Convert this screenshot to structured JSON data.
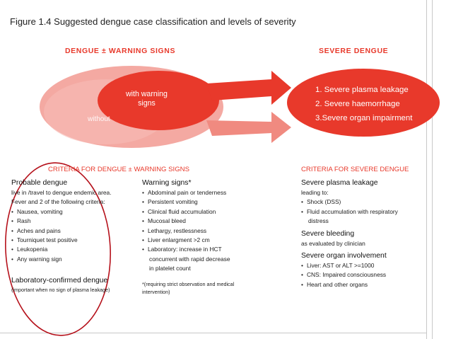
{
  "figure_title": "Figure 1.4 Suggested dengue case classification and levels of severity",
  "headers": {
    "left": "DENGUE ± WARNING SIGNS",
    "right": "SEVERE DENGUE"
  },
  "ellipse": {
    "inner_label_line1": "with warning",
    "inner_label_line2": "signs",
    "outer_label": "without"
  },
  "severe_list": [
    "1. Severe plasma leakage",
    "2. Severe haemorrhage",
    "3.Severe organ impairment"
  ],
  "criteria_left_title": "CRITERIA FOR DENGUE ± WARNING SIGNS",
  "criteria_right_title": "CRITERIA FOR SEVERE DENGUE",
  "probable": {
    "heading": "Probable dengue",
    "line1": "live in /travel to dengue endemic area.",
    "line2": "Fever and 2 of the following criteria:",
    "items": [
      "Nausea, vomiting",
      "Rash",
      "Aches and pains",
      "Tourniquet test positive",
      "Leukopenia",
      "Any warning sign"
    ],
    "lab_heading": "Laboratory-confirmed dengue",
    "lab_note": "(important when no sign of plasma leakage)"
  },
  "warning": {
    "heading": "Warning signs*",
    "items": [
      "Abdominal pain or tenderness",
      "Persistent vomiting",
      "Clinical fluid accumulation",
      "Mucosal bleed",
      "Lethargy, restlessness",
      "Liver enlargment >2 cm",
      "Laboratory: increase in HCT"
    ],
    "cont1": "concurrent with rapid decrease",
    "cont2": "in platelet count",
    "note1": "*(requiring strict observation and medical",
    "note2": "intervention)"
  },
  "severe": {
    "plasma_heading": "Severe plasma leakage",
    "plasma_sub": "leading to:",
    "plasma_items": [
      "Shock (DSS)",
      "Fluid accumulation with respiratory"
    ],
    "plasma_cont": "distress",
    "bleeding_heading": "Severe bleeding",
    "bleeding_sub": "as evaluated by clinician",
    "organ_heading": "Severe organ involvement",
    "organ_items": [
      "Liver: AST or ALT >=1000",
      "CNS: Impaired consciousness",
      "Heart and other organs"
    ]
  },
  "colors": {
    "accent": "#e8392b",
    "dark_red": "#c9231a",
    "pink": "#f3a09a",
    "pink_light": "#f6b9b3",
    "annotation": "#b5101a"
  }
}
